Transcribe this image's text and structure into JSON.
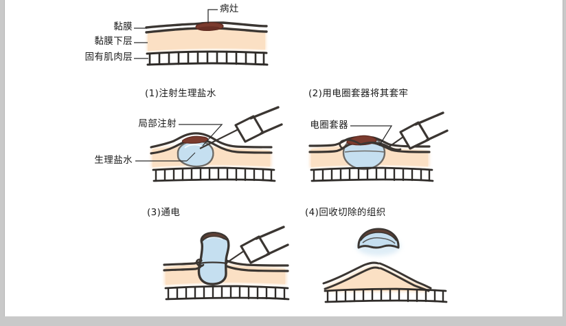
{
  "figure": {
    "title_alt": "内镜下黏膜切除术示意图",
    "background_color": "#ffffff",
    "frame_color": "#c9c9c9"
  },
  "palette": {
    "mucosa_line": "#3b3632",
    "submucosa_fill": "#fbe0c4",
    "muscle_line": "#2e2b28",
    "lesion_fill": "#7b3b2e",
    "lesion_dark": "#5d2a20",
    "saline_fill": "#c5dff0",
    "saline_edge": "#8fb8d4",
    "instrument": "#3b3632",
    "leader_line": "#2b2b2b",
    "text": "#1a1a1a"
  },
  "anatomy_panel": {
    "labels": [
      {
        "id": "lesion",
        "text": "病灶",
        "meaning": "lesion"
      },
      {
        "id": "mucosa",
        "text": "黏膜",
        "meaning": "mucosa"
      },
      {
        "id": "submucosa",
        "text": "黏膜下层",
        "meaning": "submucosa"
      },
      {
        "id": "muscularis",
        "text": "固有肌肉层",
        "meaning": "muscularis propria"
      }
    ]
  },
  "steps": [
    {
      "number": "(1)",
      "title": "(1)注射生理盐水",
      "title_meaning": "Inject normal saline",
      "callouts": [
        {
          "id": "local-injection",
          "text": "局部注射",
          "meaning": "local injection"
        },
        {
          "id": "normal-saline",
          "text": "生理盐水",
          "meaning": "normal saline"
        }
      ]
    },
    {
      "number": "(2)",
      "title": "(2)用电圈套器将其套牢",
      "title_meaning": "Secure it with an electrosurgical snare",
      "callouts": [
        {
          "id": "snare",
          "text": "电圈套器",
          "meaning": "electrosurgical snare"
        }
      ]
    },
    {
      "number": "(3)",
      "title": "(3)通电",
      "title_meaning": "Apply electric current",
      "callouts": []
    },
    {
      "number": "(4)",
      "title": "(4)回收切除的组织",
      "title_meaning": "Retrieve the resected tissue",
      "callouts": []
    }
  ]
}
